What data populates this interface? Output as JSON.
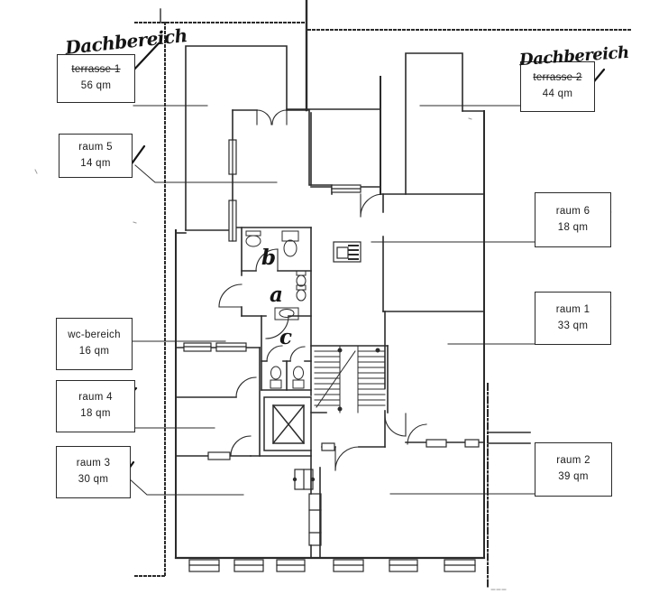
{
  "colors": {
    "ink": "#2b2b2b",
    "paper": "#ffffff"
  },
  "annotations": {
    "handwritten_left": "Dachbereich",
    "handwritten_right": "Dachbereich",
    "letters": {
      "a": "a",
      "b": "b",
      "c": "c"
    }
  },
  "labels": {
    "terrasse1": {
      "name": "terrasse 1",
      "area": "56 qm",
      "struck": true
    },
    "raum5": {
      "name": "raum 5",
      "area": "14 qm",
      "struck": false
    },
    "wc": {
      "name": "wc-bereich",
      "area": "16 qm",
      "struck": false
    },
    "raum4": {
      "name": "raum 4",
      "area": "18 qm",
      "struck": false
    },
    "raum3": {
      "name": "raum 3",
      "area": "30 qm",
      "struck": false
    },
    "terrasse2": {
      "name": "terrasse 2",
      "area": "44 qm",
      "struck": true
    },
    "raum6": {
      "name": "raum 6",
      "area": "18 qm",
      "struck": false
    },
    "raum1": {
      "name": "raum 1",
      "area": "33 qm",
      "struck": false
    },
    "raum2": {
      "name": "raum 2",
      "area": "39 qm",
      "struck": false
    }
  }
}
